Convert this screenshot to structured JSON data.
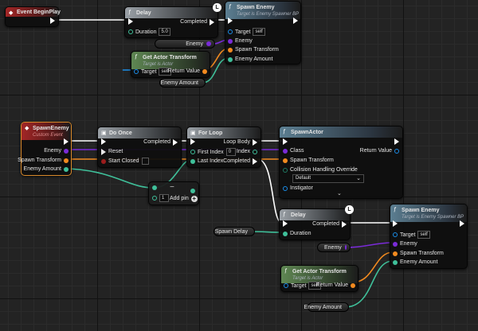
{
  "colors": {
    "exec": "#ffffff",
    "object": "#1a8de8",
    "struct": "#f28a1f",
    "class": "#7a2bd8",
    "float": "#3fc09a",
    "int": "#3fc09a",
    "bool": "#9b1d1d",
    "selected": "#d8892a"
  },
  "event_begin_play": {
    "title": "Event BeginPlay"
  },
  "delay1": {
    "title": "Delay",
    "completed": "Completed",
    "duration_label": "Duration",
    "duration_value": "5.0"
  },
  "spawn_enemy1": {
    "title": "Spawn Enemy",
    "subtitle": "Target is Enemy Spawner BP",
    "target_label": "Target",
    "target_value": "self",
    "enemy_label": "Enemy",
    "spawn_transform_label": "Spawn Transform",
    "enemy_amount_label": "Enemy Amount"
  },
  "enemy_var1": {
    "label": "Enemy"
  },
  "get_actor_transform1": {
    "title": "Get Actor Transform",
    "subtitle": "Target is Actor",
    "target_label": "Target",
    "target_value": "self",
    "return_label": "Return Value"
  },
  "enemy_amount_var1": {
    "label": "Enemy Amount"
  },
  "spawn_enemy_event": {
    "title": "SpawnEnemy",
    "subtitle": "Custom Event",
    "enemy_label": "Enemy",
    "spawn_transform_label": "Spawn Transform",
    "enemy_amount_label": "Enemy Amount"
  },
  "do_once": {
    "title": "Do Once",
    "completed": "Completed",
    "reset": "Reset",
    "start_closed": "Start Closed"
  },
  "for_loop": {
    "title": "For Loop",
    "loop_body": "Loop Body",
    "first_index_label": "First Index",
    "first_index_value": "0",
    "index_label": "Index",
    "last_index_label": "Last Index",
    "completed": "Completed"
  },
  "add_node": {
    "value": "1",
    "add_pin": "Add pin"
  },
  "spawn_actor": {
    "title": "SpawnActor",
    "class_label": "Class",
    "return_label": "Return Value",
    "spawn_transform_label": "Spawn Transform",
    "collision_label": "Collision Handling Override",
    "collision_value": "Default",
    "instigator_label": "Instigator"
  },
  "delay2": {
    "title": "Delay",
    "completed": "Completed",
    "duration_label": "Duration"
  },
  "spawn_delay_var": {
    "label": "Spawn Delay"
  },
  "spawn_enemy2": {
    "title": "Spawn Enemy",
    "subtitle": "Target is Enemy Spawner BP",
    "target_label": "Target",
    "target_value": "self",
    "enemy_label": "Enemy",
    "spawn_transform_label": "Spawn Transform",
    "enemy_amount_label": "Enemy Amount"
  },
  "enemy_var2": {
    "label": "Enemy"
  },
  "get_actor_transform2": {
    "title": "Get Actor Transform",
    "subtitle": "Target is Actor",
    "target_label": "Target",
    "target_value": "self",
    "return_label": "Return Value"
  },
  "enemy_amount_var2": {
    "label": "Enemy Amount"
  }
}
